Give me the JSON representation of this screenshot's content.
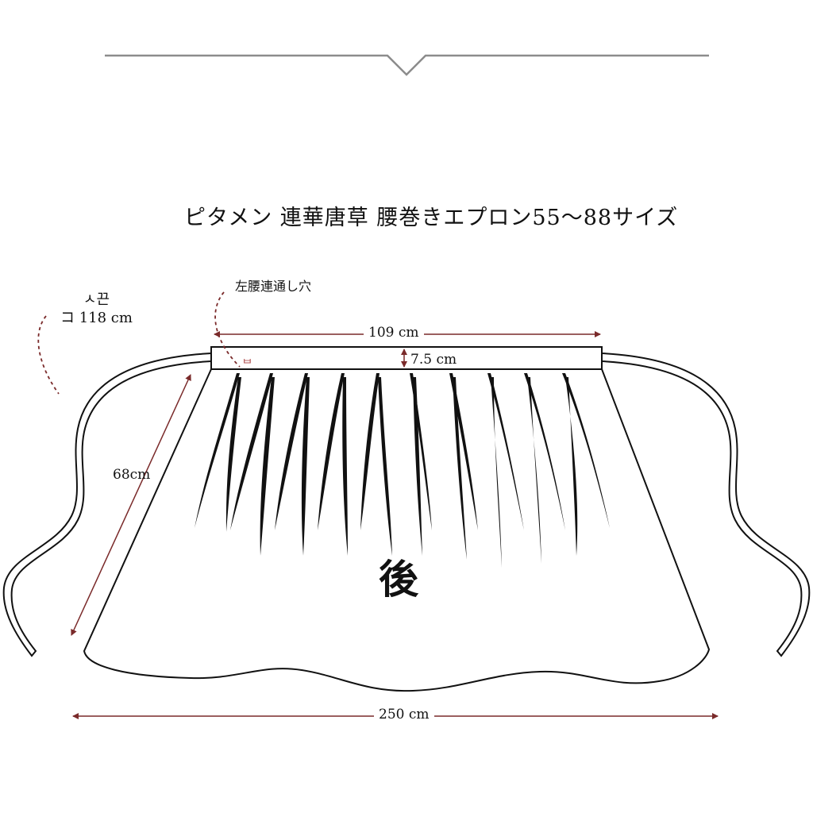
{
  "title": "ピタメン 連華唐草 腰巻きエプロン55〜88サイズ",
  "labels": {
    "tie_line1": "ㅅ끈",
    "tie_line2": "コ 118 cm",
    "hole": "左腰連通し穴",
    "waist_width": "109 cm",
    "band_height": "7.5 cm",
    "length": "68cm",
    "back": "後",
    "total_width": "250 cm",
    "hole_mark": "ᄇ"
  },
  "colors": {
    "dimension": "#7a2a2a",
    "outline": "#111111",
    "divider": "#8c8c8c"
  }
}
